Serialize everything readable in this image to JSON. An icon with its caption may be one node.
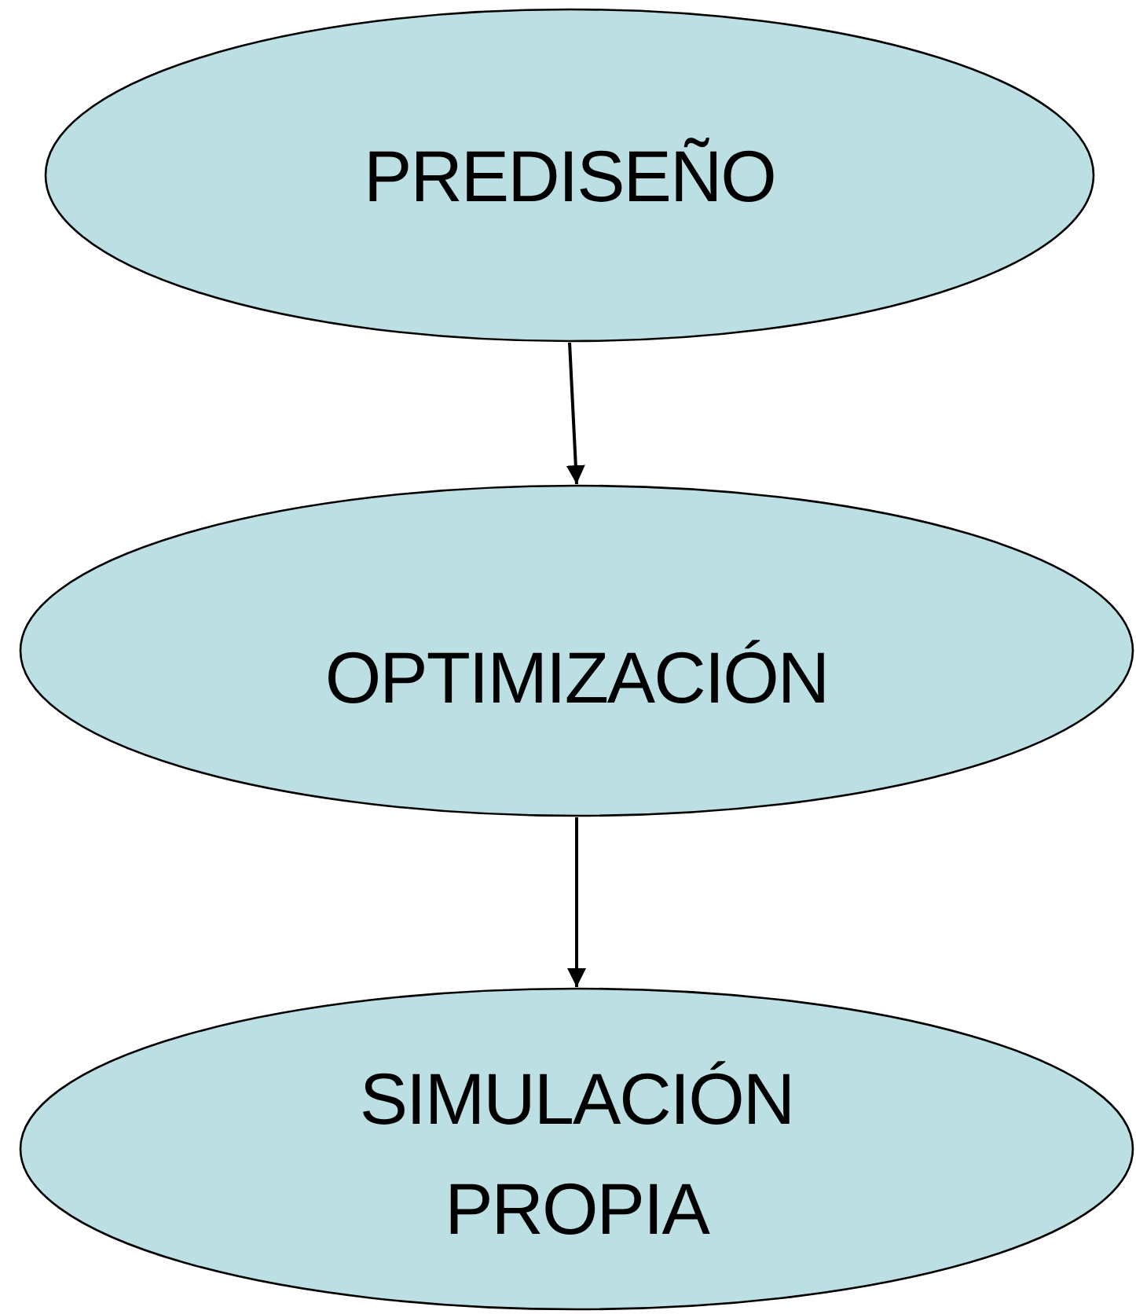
{
  "diagram": {
    "nodes": [
      {
        "text": [
          "PREDISEÑO"
        ]
      },
      {
        "text": [
          "OPTIMIZACIÓN"
        ]
      },
      {
        "text": [
          "SIMULACIÓN PROPIA"
        ]
      }
    ],
    "edges": [
      {
        "from": 0,
        "to": 1,
        "arrow": "to"
      },
      {
        "from": 1,
        "to": 2,
        "arrow": "to"
      }
    ]
  }
}
